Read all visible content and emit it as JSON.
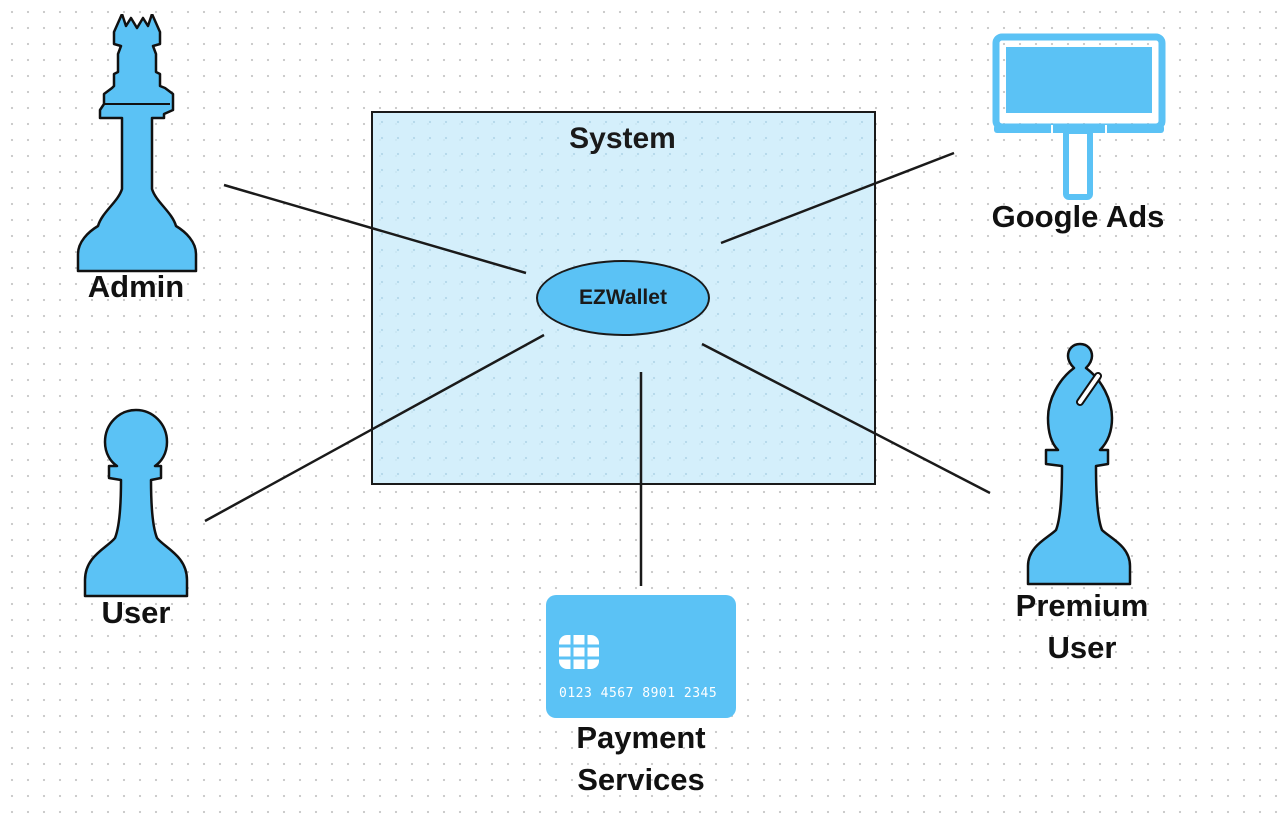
{
  "system": {
    "title": "System"
  },
  "use_case": {
    "label": "EZWallet"
  },
  "actors": {
    "admin": {
      "label": "Admin",
      "icon": "chess-queen-icon"
    },
    "user": {
      "label": "User",
      "icon": "chess-pawn-icon"
    },
    "google_ads": {
      "label": "Google Ads",
      "icon": "billboard-icon"
    },
    "premium_user": {
      "label_line1": "Premium",
      "label_line2": "User",
      "icon": "chess-bishop-icon"
    },
    "payment_services": {
      "label_line1": "Payment",
      "label_line2": "Services",
      "icon": "credit-card-icon",
      "card_number": "0123 4567 8901 2345"
    }
  },
  "colors": {
    "accent": "#5bc2f5",
    "system_fill": "#cdecfa",
    "stroke": "#1a1a1a"
  }
}
